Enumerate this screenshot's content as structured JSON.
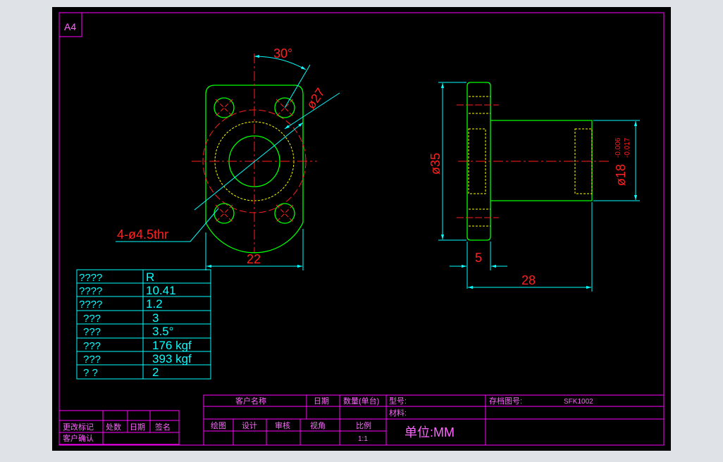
{
  "sheet": {
    "size_label": "A4"
  },
  "colors": {
    "background": "#000000",
    "frame": "#ff00ff",
    "part_outline": "#00ff00",
    "center_line": "#ff2020",
    "hidden_line": "#ffff00",
    "dimension": "#00ffff",
    "dimension_text": "#ff2020",
    "table_line": "#00ffff",
    "title_text": "#ff66ff"
  },
  "dimensions": {
    "angle": "30°",
    "pcd": "ø27",
    "holes": "4-ø4.5thr",
    "width": "22",
    "flange_dia": "ø35",
    "shaft_dia": "ø18",
    "shaft_tol_upper": "-0.006",
    "shaft_tol_lower": "-0.017",
    "flange_thk": "5",
    "length": "28"
  },
  "spec_table": {
    "rows": [
      {
        "label": "????",
        "value": "R"
      },
      {
        "label": "????",
        "value": "10.41"
      },
      {
        "label": "????",
        "value": "1.2"
      },
      {
        "label": "???",
        "value": "3"
      },
      {
        "label": "???",
        "value": "3.5°"
      },
      {
        "label": "???",
        "value": "176 kgf"
      },
      {
        "label": "???",
        "value": "393 kgf"
      },
      {
        "label": "?  ?",
        "value": "2"
      }
    ]
  },
  "revision_block": {
    "labels": [
      "更改标记",
      "处数",
      "日期",
      "签名"
    ],
    "confirm_label": "客户确认"
  },
  "title_block": {
    "customer_name": "客户名称",
    "date": "日期",
    "quantity": "数量(单台)",
    "model": "型号:",
    "archive_no": "存档图号:",
    "archive_value": "SFK1002",
    "material": "材料:",
    "drawn": "绘图",
    "design": "设计",
    "review": "审核",
    "view": "视角",
    "scale_label": "比例",
    "scale_value": "1:1",
    "unit": "单位:MM"
  }
}
